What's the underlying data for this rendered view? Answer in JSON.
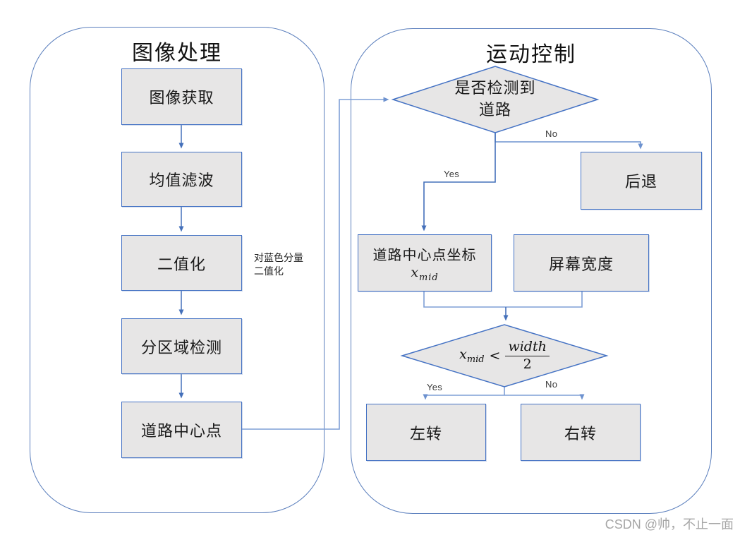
{
  "left_panel": {
    "title": "图像处理",
    "steps": [
      "图像获取",
      "均值滤波",
      "二值化",
      "分区域检测",
      "道路中心点"
    ],
    "annotation": {
      "line1": "对蓝色分量",
      "line2": "二值化"
    }
  },
  "right_panel": {
    "title": "运动控制",
    "decision_road": {
      "line1": "是否检测到",
      "line2": "道路",
      "yes_label": "Yes",
      "no_label": "No"
    },
    "back_box": "后退",
    "mid_point_box": {
      "line1": "道路中心点坐标",
      "var": "x",
      "var_sub": "mid"
    },
    "screen_width_box": "屏幕宽度",
    "decision_compare": {
      "var": "x",
      "var_sub": "mid",
      "operator": "<",
      "numerator": "width",
      "denominator": "2",
      "yes_label": "Yes",
      "no_label": "No"
    },
    "left_turn_box": "左转",
    "right_turn_box": "右转"
  },
  "watermark": "CSDN @帅，不止一面",
  "colors": {
    "accent": "#4472c4",
    "container_border": "#5b7fbd",
    "box_fill": "#e7e6e6",
    "connector_light": "#7f9fd6",
    "label_color": "#3a3a3a",
    "watermark_color": "#a6a6a6"
  }
}
